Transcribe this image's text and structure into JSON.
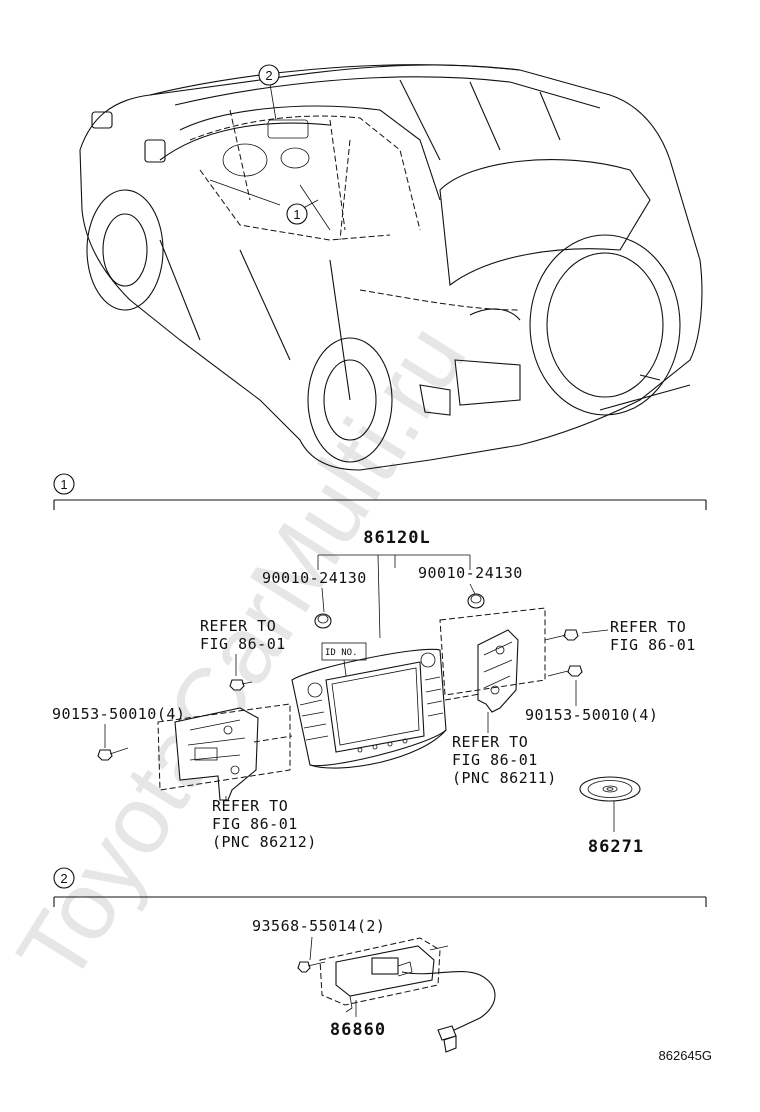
{
  "watermark": "ToyotaCarMulti.ru",
  "overview": {
    "callout_1": "1",
    "callout_2": "2"
  },
  "section_1": {
    "marker": "1",
    "assembly_part": "86120L",
    "screw_left": "90010-24130",
    "screw_right": "90010-24130",
    "id_plate": "ID NO.",
    "refer_upper_left": [
      "REFER TO",
      "FIG 86-01"
    ],
    "refer_upper_right": [
      "REFER TO",
      "FIG 86-01"
    ],
    "bolt_left": "90153-50010(4)",
    "bolt_right": "90153-50010(4)",
    "refer_lower_right": [
      "REFER TO",
      "FIG 86-01",
      "(PNC 86211)"
    ],
    "refer_lower_left": [
      "REFER TO",
      "FIG 86-01",
      "(PNC 86212)"
    ],
    "disc_part": "86271"
  },
  "section_2": {
    "marker": "2",
    "screw_part": "93568-55014(2)",
    "module_part": "86860"
  },
  "figure_code": "862645G"
}
